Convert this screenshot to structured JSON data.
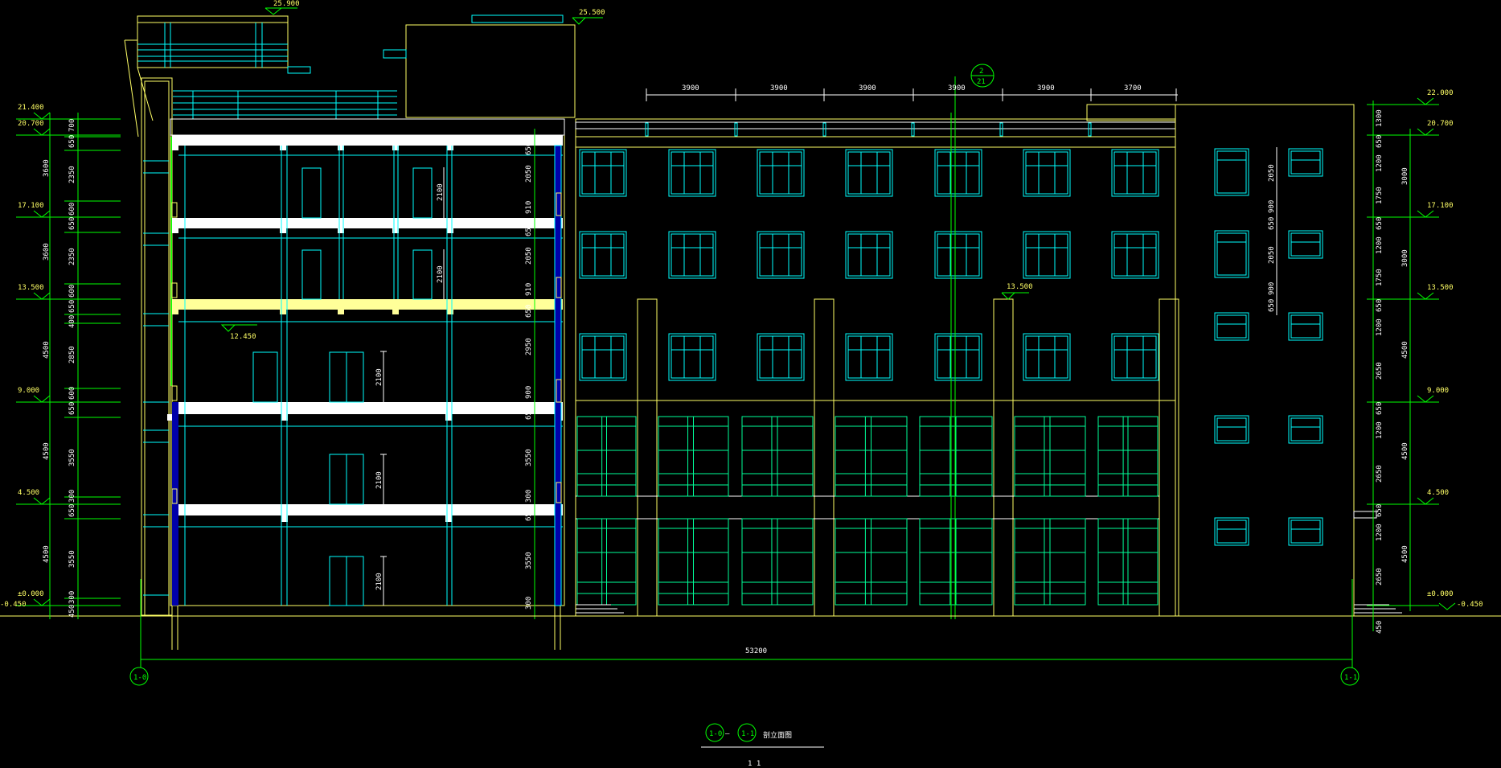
{
  "colors": {
    "background": "#000000",
    "outline": "#ffff66",
    "structure": "#00ffff",
    "dimension": "#00ff00",
    "slab": "#ffffff",
    "axis_bubble": "#00ff00",
    "glass_strip": "#0000aa"
  },
  "left_elevations": [
    "21.400",
    "20.700",
    "17.100",
    "13.500",
    "9.000",
    "4.500",
    "±0.000",
    "-0.450"
  ],
  "left_dims_outer": [
    "3600",
    "3600",
    "4500",
    "4500",
    "4500"
  ],
  "left_dims_inner": [
    "700",
    "650",
    "2350",
    "600",
    "650",
    "2350",
    "600",
    "650",
    "400",
    "2850",
    "600",
    "650",
    "3550",
    "300",
    "650",
    "3550",
    "300",
    "450"
  ],
  "section_dims": [
    "650",
    "2050",
    "910",
    "650",
    "2050",
    "910",
    "650",
    "2950",
    "900",
    "650",
    "3550",
    "300",
    "650",
    "3550",
    "300"
  ],
  "door_dims": [
    "2100",
    "2100",
    "2100",
    "2100",
    "2100"
  ],
  "level_12": "12.450",
  "top_levels": {
    "left_roof": "25.900",
    "stair_roof": "25.500"
  },
  "bay_dims": [
    "3900",
    "3900",
    "3900",
    "3900",
    "3900",
    "3700"
  ],
  "axis_marker": {
    "top": "2",
    "bottom": "21"
  },
  "mid_level": "13.500",
  "window_dims": [
    "2050",
    "900",
    "650",
    "2050",
    "900",
    "650"
  ],
  "right_elevations": [
    "22.000",
    "20.700",
    "17.100",
    "13.500",
    "9.000",
    "4.500",
    "±0.000",
    "-0.450"
  ],
  "right_dims_inner": [
    "1300",
    "650",
    "1200",
    "1750",
    "650",
    "1200",
    "1750",
    "650",
    "1200",
    "2650",
    "650",
    "1200",
    "2650",
    "650",
    "1200",
    "2650",
    "450"
  ],
  "right_dims_outer": [
    "3000",
    "3000",
    "4500",
    "4500",
    "4500"
  ],
  "overall_width": "53200",
  "axis_left": "1-0",
  "axis_right": "1-1",
  "title": {
    "axis_a": "1-0",
    "dash": "—",
    "axis_b": "1-1",
    "text": "剖立面图",
    "sub": "1  1"
  }
}
